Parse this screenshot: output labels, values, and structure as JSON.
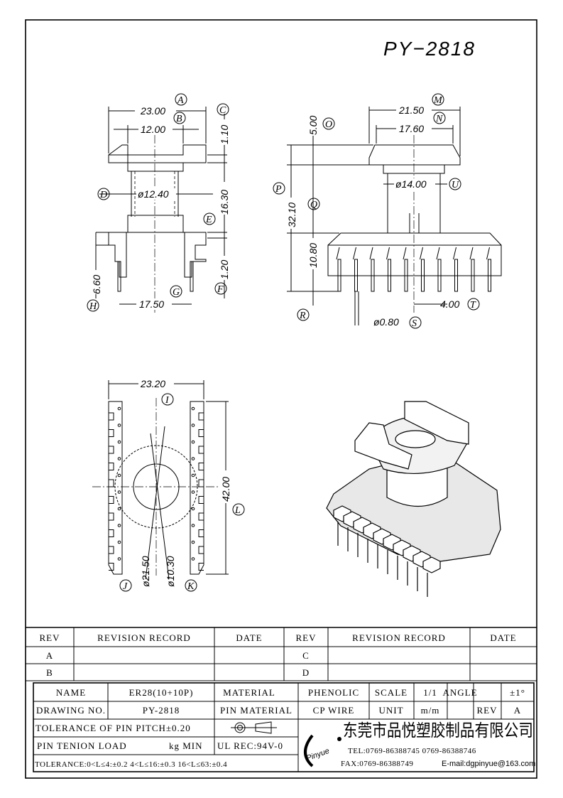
{
  "title": "PY−2818",
  "front_view": {
    "dims": {
      "a": "23.00",
      "b": "12.00",
      "c": "1.10",
      "d": "ø12.40",
      "e": "16.30",
      "f": "1.20",
      "h": "6.60",
      "g": "17.50"
    },
    "labels": {
      "A": "A",
      "B": "B",
      "C": "C",
      "D": "D",
      "E": "E",
      "F": "F",
      "G": "G",
      "H": "H"
    }
  },
  "side_view": {
    "dims": {
      "m": "21.50",
      "n": "17.60",
      "o": "5.00",
      "p": "32.10",
      "u": "ø14.00",
      "q": "10.80",
      "s": "ø0.80",
      "t": "4.00"
    },
    "labels": {
      "M": "M",
      "N": "N",
      "O": "O",
      "P": "P",
      "Q": "Q",
      "U": "U",
      "R": "R",
      "S": "S",
      "T": "T"
    }
  },
  "bottom_view": {
    "dims": {
      "i": "23.20",
      "l": "42.00",
      "j": "ø21.50",
      "k": "ø10.30"
    },
    "labels": {
      "I": "I",
      "L": "L",
      "J": "J",
      "K": "K"
    }
  },
  "revision_table": {
    "headers": [
      "REV",
      "REVISION RECORD",
      "DATE",
      "REV",
      "REVISION RECORD",
      "DATE"
    ],
    "rows": [
      [
        "A",
        "",
        "",
        "C",
        "",
        ""
      ],
      [
        "B",
        "",
        "",
        "D",
        "",
        ""
      ]
    ]
  },
  "title_block": {
    "name_label": "NAME",
    "name_value": "ER28(10+10P)",
    "material_label": "MATERIAL",
    "material_value": "PHENOLIC",
    "scale_label": "SCALE",
    "scale_value": "1/1",
    "angle_label": "ANGLE",
    "angle_value": "±1°",
    "drawing_no_label": "DRAWING NO.",
    "drawing_no_value": "PY-2818",
    "pin_material_label": "PIN MATERIAL",
    "pin_material_value": "CP WIRE",
    "unit_label": "UNIT",
    "unit_value": "m/m",
    "rev_label": "REV",
    "rev_value": "A",
    "pin_pitch_tolerance": "TOLERANCE OF PIN PITCH±0.20",
    "pin_tension_label": "PIN TENION LOAD",
    "pin_tension_unit": "kg MIN",
    "ul_rec": "UL REC:94V-0",
    "tolerance": "TOLERANCE:0<L≤4:±0.2  4<L≤16:±0.3  16<L≤63:±0.4",
    "company": "东莞市品悦塑胶制品有限公司",
    "logo": "Pinyue",
    "tel": "TEL:0769-86388745   0769-86388746",
    "fax": "FAX:0769-86388749",
    "email": "E-mail:dgpinyue@163.com"
  }
}
